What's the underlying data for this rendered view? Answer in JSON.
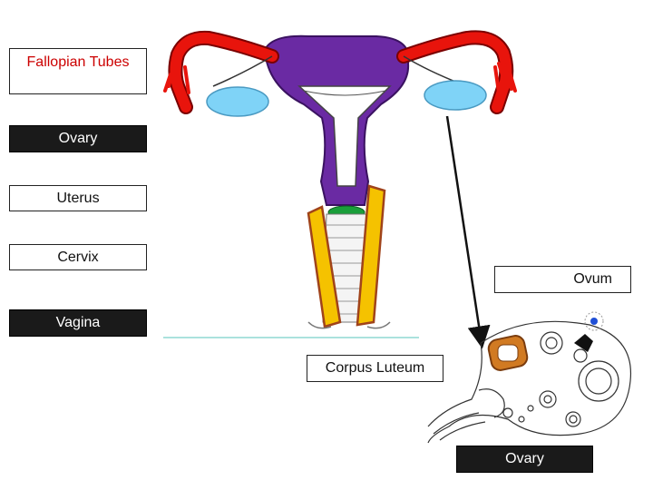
{
  "labels": {
    "fallopian_tubes": "Fallopian Tubes",
    "ovary_upper": "Ovary",
    "uterus": "Uterus",
    "cervix": "Cervix",
    "vagina": "Vagina",
    "ovum": "Ovum",
    "corpus_luteum": "Corpus Luteum",
    "ovary_lower": "Ovary"
  },
  "colors": {
    "uterus": "#6a2aa3",
    "fallopian_tube": "#e8140c",
    "ovary": "#7fd3f7",
    "cervix": "#1a9e3a",
    "vaginal_wall": "#f5c200",
    "vaginal_wall_edge": "#a0431a",
    "corpus_luteum": "#d17a22",
    "ovum_nucleus": "#1f4fd6",
    "fallopian_label_text": "#cc0000",
    "dark_box": "#1a1a1a"
  }
}
